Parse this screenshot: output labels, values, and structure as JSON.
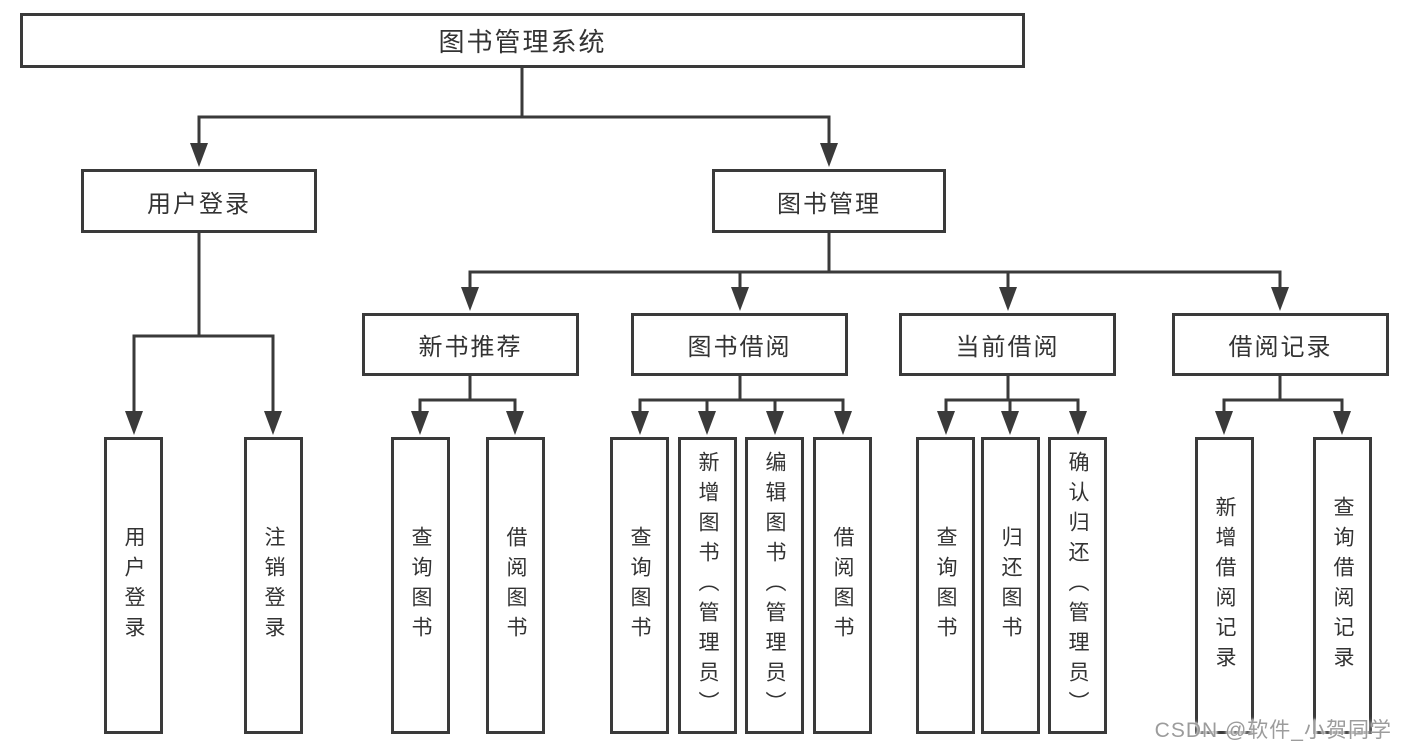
{
  "colors": {
    "line": "#3a3a3a",
    "text": "#333333",
    "watermark": "#9c9c9c",
    "background": "#ffffff"
  },
  "tree": {
    "root": {
      "label": "图书管理系统"
    },
    "branches": [
      {
        "label": "用户登录",
        "children": [
          {
            "label": "用户登录"
          },
          {
            "label": "注销登录"
          }
        ]
      },
      {
        "label": "图书管理",
        "children": [
          {
            "label": "新书推荐",
            "children": [
              {
                "label": "查询图书"
              },
              {
                "label": "借阅图书"
              }
            ]
          },
          {
            "label": "图书借阅",
            "children": [
              {
                "label": "查询图书"
              },
              {
                "label": "新增图书（管理员）"
              },
              {
                "label": "编辑图书（管理员）"
              },
              {
                "label": "借阅图书"
              }
            ]
          },
          {
            "label": "当前借阅",
            "children": [
              {
                "label": "查询图书"
              },
              {
                "label": "归还图书"
              },
              {
                "label": "确认归还（管理员）"
              }
            ]
          },
          {
            "label": "借阅记录",
            "children": [
              {
                "label": "新增借阅记录"
              },
              {
                "label": "查询借阅记录"
              }
            ]
          }
        ]
      }
    ]
  },
  "watermark": {
    "text": "CSDN @软件_小贺同学"
  }
}
